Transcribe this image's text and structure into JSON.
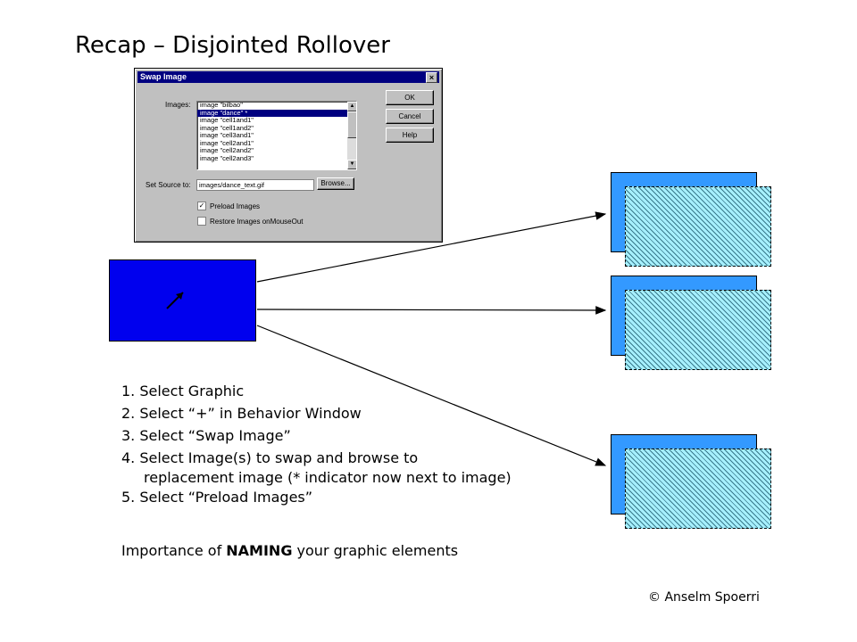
{
  "slide": {
    "title": "Recap – Disjointed Rollover",
    "copyright": "© Anselm Spoerri"
  },
  "dialog": {
    "title": "Swap Image",
    "close_glyph": "×",
    "images_label": "Images:",
    "images_list": [
      "image \"bilbao\"",
      "image \"dance\" *",
      "image \"cell1and1\"",
      "image \"cell1and2\"",
      "image \"cell3and1\"",
      "image \"cell2and1\"",
      "image \"cell2and2\"",
      "image \"cell2and3\""
    ],
    "selected_index": 1,
    "set_source_label": "Set Source to:",
    "source_value": "images/dance_text.gif",
    "browse_label": "Browse...",
    "ok_label": "OK",
    "cancel_label": "Cancel",
    "help_label": "Help",
    "preload_label": "Preload Images",
    "preload_checked": true,
    "restore_label": "Restore Images onMouseOut",
    "restore_checked": false
  },
  "steps": [
    "1. Select Graphic",
    "2. Select “+” in Behavior Window",
    "3. Select “Swap Image”",
    "4. Select Image(s) to swap and browse to",
    "replacement image (* indicator now next to image)",
    "5. Select “Preload Images”"
  ],
  "importance": {
    "prefix": "Importance of ",
    "emphasis": "NAMING",
    "suffix": " your graphic elements"
  },
  "colors": {
    "source_blue": "#0000ee",
    "target_blue": "#3399ff",
    "hatch_fill": "#a6f0ff",
    "titlebar": "#000080"
  },
  "icons": {
    "pointer": "diagonal-arrow-icon",
    "checkbox_checked": "checkmark-icon"
  }
}
